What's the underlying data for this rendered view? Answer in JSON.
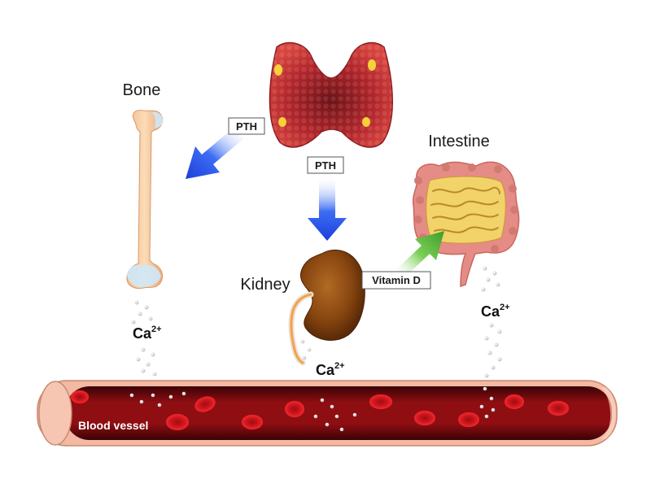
{
  "organs": {
    "bone": "Bone",
    "intestine": "Intestine",
    "kidney": "Kidney",
    "vessel": "Blood vessel"
  },
  "hormones": {
    "pth_left": "PTH",
    "pth_center": "PTH",
    "vitamin_d": "Vitamin D"
  },
  "ions": {
    "symbol": "Ca",
    "charge": "2+"
  },
  "colors": {
    "pth_arrow": "#1f4fe8",
    "vitamin_arrow": "#55b33a",
    "blood": "#8e0e12",
    "vessel_wall": "#f2b9a3",
    "thyroid": "#c22f34",
    "kidney": "#8a4812",
    "bone": "#f6c99b",
    "intestine_outer": "#e58c86",
    "intestine_inner": "#f1d36a"
  }
}
